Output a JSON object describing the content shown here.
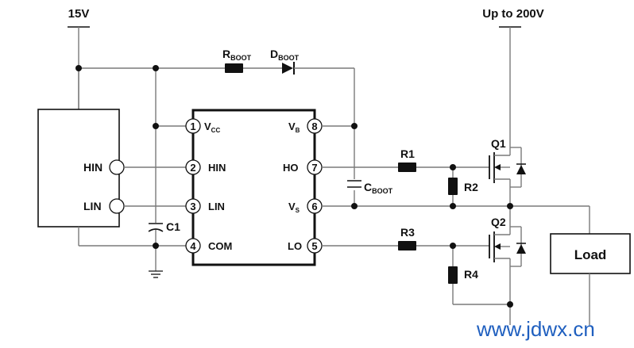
{
  "supply": {
    "vcc": "15V",
    "hv": "Up to 200V"
  },
  "controller": {
    "hin": "HIN",
    "lin": "LIN"
  },
  "ic": {
    "pins": [
      {
        "num": "1",
        "name": "V",
        "sub": "CC"
      },
      {
        "num": "2",
        "name": "HIN",
        "sub": ""
      },
      {
        "num": "3",
        "name": "LIN",
        "sub": ""
      },
      {
        "num": "4",
        "name": "COM",
        "sub": ""
      },
      {
        "num": "8",
        "name": "V",
        "sub": "B"
      },
      {
        "num": "7",
        "name": "HO",
        "sub": ""
      },
      {
        "num": "6",
        "name": "V",
        "sub": "S"
      },
      {
        "num": "5",
        "name": "LO",
        "sub": ""
      }
    ]
  },
  "components": {
    "rboot": {
      "main": "R",
      "sub": "BOOT"
    },
    "dboot": {
      "main": "D",
      "sub": "BOOT"
    },
    "cboot": {
      "main": "C",
      "sub": "BOOT"
    },
    "c1": "C1",
    "r1": "R1",
    "r2": "R2",
    "r3": "R3",
    "r4": "R4",
    "q1": "Q1",
    "q2": "Q2",
    "load": "Load"
  },
  "watermark": "www.jdwx.cn"
}
